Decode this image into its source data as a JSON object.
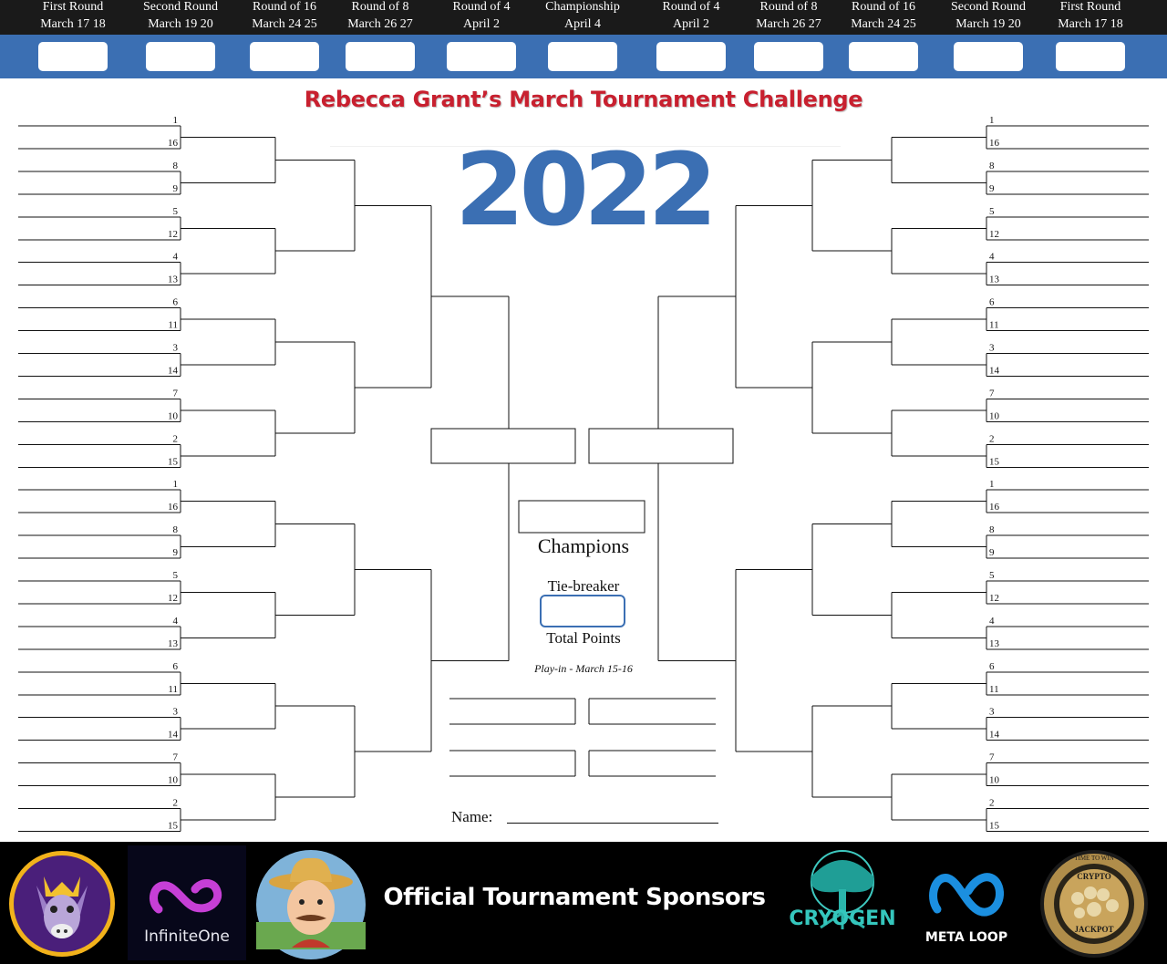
{
  "rounds": [
    {
      "name": "First Round",
      "dates": "March 17 18"
    },
    {
      "name": "Second Round",
      "dates": "March 19 20"
    },
    {
      "name": "Round of 16",
      "dates": "March 24 25"
    },
    {
      "name": "Round of 8",
      "dates": "March 26 27"
    },
    {
      "name": "Round of 4",
      "dates": "April 2"
    },
    {
      "name": "Championship",
      "dates": "April 4"
    },
    {
      "name": "Round of 4",
      "dates": "April 2"
    },
    {
      "name": "Round of 8",
      "dates": "March 26 27"
    },
    {
      "name": "Round of 16",
      "dates": "March 24 25"
    },
    {
      "name": "Second Round",
      "dates": "March 19 20"
    },
    {
      "name": "First Round",
      "dates": "March 17 18"
    }
  ],
  "title": "Rebecca Grant’s March Tournament Challenge",
  "year": "2022",
  "seeds": [
    "1",
    "16",
    "8",
    "9",
    "5",
    "12",
    "4",
    "13",
    "6",
    "11",
    "3",
    "14",
    "7",
    "10",
    "2",
    "15"
  ],
  "champions_label": "Champions",
  "tiebreaker_label": "Tie-breaker",
  "total_points_label": "Total Points",
  "playin_label": "Play-in - March 15-16",
  "name_label": "Name:",
  "sponsors": {
    "heading": "Official Tournament Sponsors",
    "logos": [
      {
        "name": "donkey-king",
        "icon": "donkey-crown-icon"
      },
      {
        "name": "InfiniteOne",
        "text": "InfiniteOne",
        "icon": "infinity-icon"
      },
      {
        "name": "cowboy",
        "icon": "cowboy-cartoon-icon"
      },
      {
        "name": "Cryogen",
        "text": "CRYOGEN",
        "icon": "tree-icon"
      },
      {
        "name": "Meta Loop",
        "text": "META LOOP",
        "icon": "meta-loop-icon"
      },
      {
        "name": "Crypto Jackpot",
        "text": "CRYPTO",
        "subtext": "JACKPOT",
        "ring_text": "TIME TO WIN",
        "icon": "jackpot-coin-icon"
      }
    ]
  },
  "colors": {
    "header_blue": "#3b6fb3",
    "title_red": "#c8202f",
    "year_blue": "#3b6fb3",
    "footer": "#000000"
  }
}
